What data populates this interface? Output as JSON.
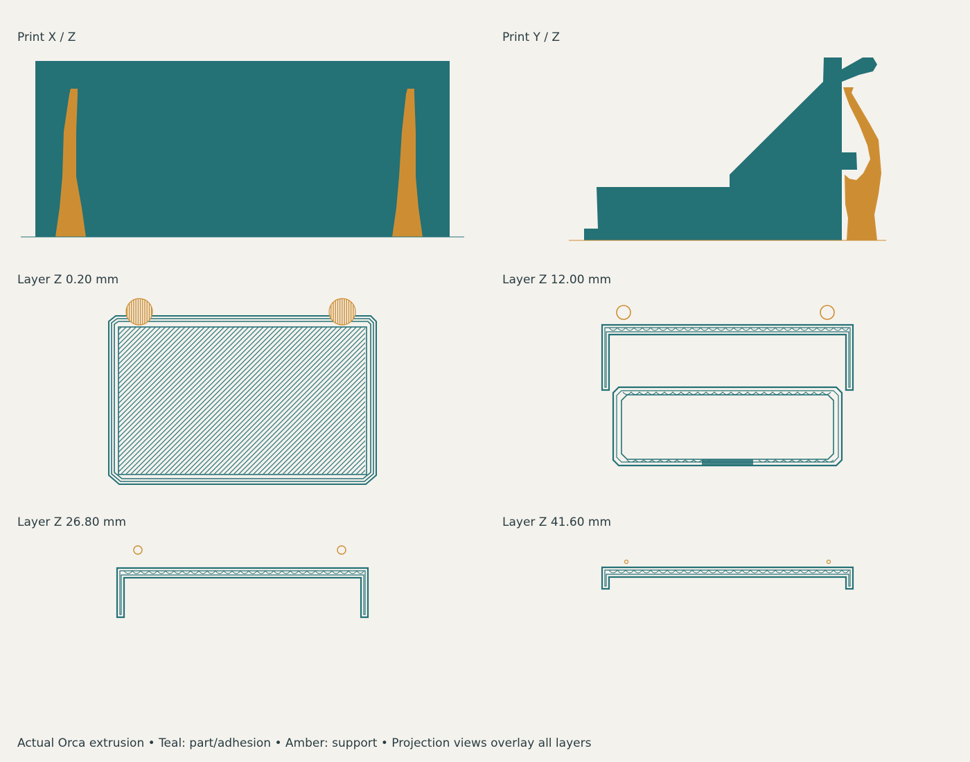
{
  "colors": {
    "part": "#247176",
    "support": "#cd8e33",
    "background": "#f4f2ed",
    "text": "#283c41"
  },
  "panels": {
    "xz": {
      "title": "Print X / Z"
    },
    "yz": {
      "title": "Print Y / Z"
    },
    "layer1": {
      "title": "Layer Z 0.20 mm"
    },
    "layer2": {
      "title": "Layer Z 12.00 mm"
    },
    "layer3": {
      "title": "Layer Z 26.80 mm"
    },
    "layer4": {
      "title": "Layer Z 41.60 mm"
    }
  },
  "footer": {
    "caption": "Actual Orca extrusion • Teal: part/adhesion • Amber: support • Projection views overlay all layers"
  }
}
